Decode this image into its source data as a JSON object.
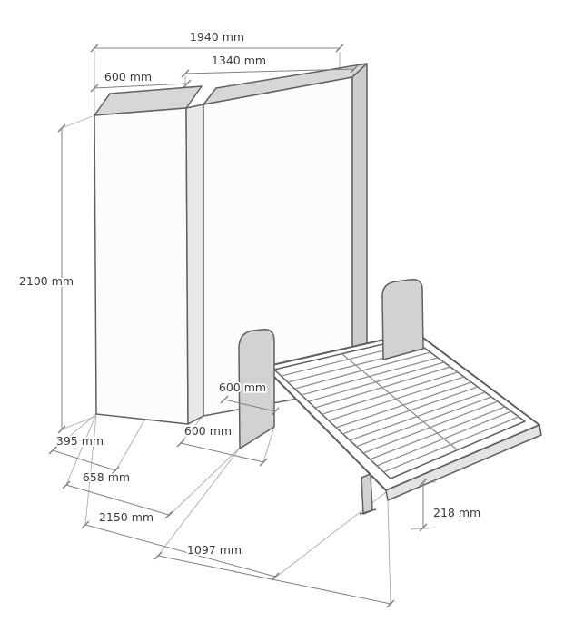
{
  "diagram": {
    "labels": {
      "dim_1940": "1940 mm",
      "dim_1340": "1340 mm",
      "dim_600_top": "600 mm",
      "dim_2100": "2100 mm",
      "dim_600_panel": "600 mm",
      "dim_600_base": "600 mm",
      "dim_395": "395 mm",
      "dim_658": "658 mm",
      "dim_2150": "2150 mm",
      "dim_1097": "1097 mm",
      "dim_218": "218 mm"
    },
    "colors": {
      "background": "#ffffff",
      "outline": "#606060",
      "face_top": "#d7d7d7",
      "face_mid": "#e8e8e8",
      "face_side": "#cccccc",
      "face_light": "#fcfcfc",
      "panel": "#d2d2d2",
      "bed_fill": "#ffffff",
      "thickness": "#e3e3e3",
      "slat": "#8f8f8f",
      "dim_line": "#808080",
      "ext_line": "#aaaaaa",
      "text": "#3a3a3a"
    }
  }
}
